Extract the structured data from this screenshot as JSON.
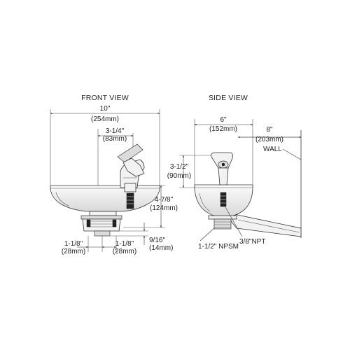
{
  "views": {
    "front": {
      "title": "FRONT VIEW",
      "width_in": "10\"",
      "width_mm": "(254mm)",
      "spout_in": "3-1/4\"",
      "spout_mm": "(83mm)",
      "height_in": "4-7/8\"",
      "height_mm": "(124mm)",
      "gap_in": "9/16\"",
      "gap_mm": "(14mm)",
      "left_in": "1-1/8\"",
      "left_mm": "(28mm)",
      "right_in": "1-1/8\"",
      "right_mm": "(28mm)"
    },
    "side": {
      "title": "SIDE VIEW",
      "width_in": "6\"",
      "width_mm": "(152mm)",
      "depth_in": "8\"",
      "depth_mm": "(203mm)",
      "wall": "WALL",
      "rise_in": "3-1/2\"",
      "rise_mm": "(90mm)",
      "drain": "1-1/2\" NPSM",
      "supply": "3/8\"NPT"
    }
  },
  "colors": {
    "line": "#333333",
    "bowl_fill": "#f2f2f2",
    "part_fill": "#dcdcdc"
  }
}
